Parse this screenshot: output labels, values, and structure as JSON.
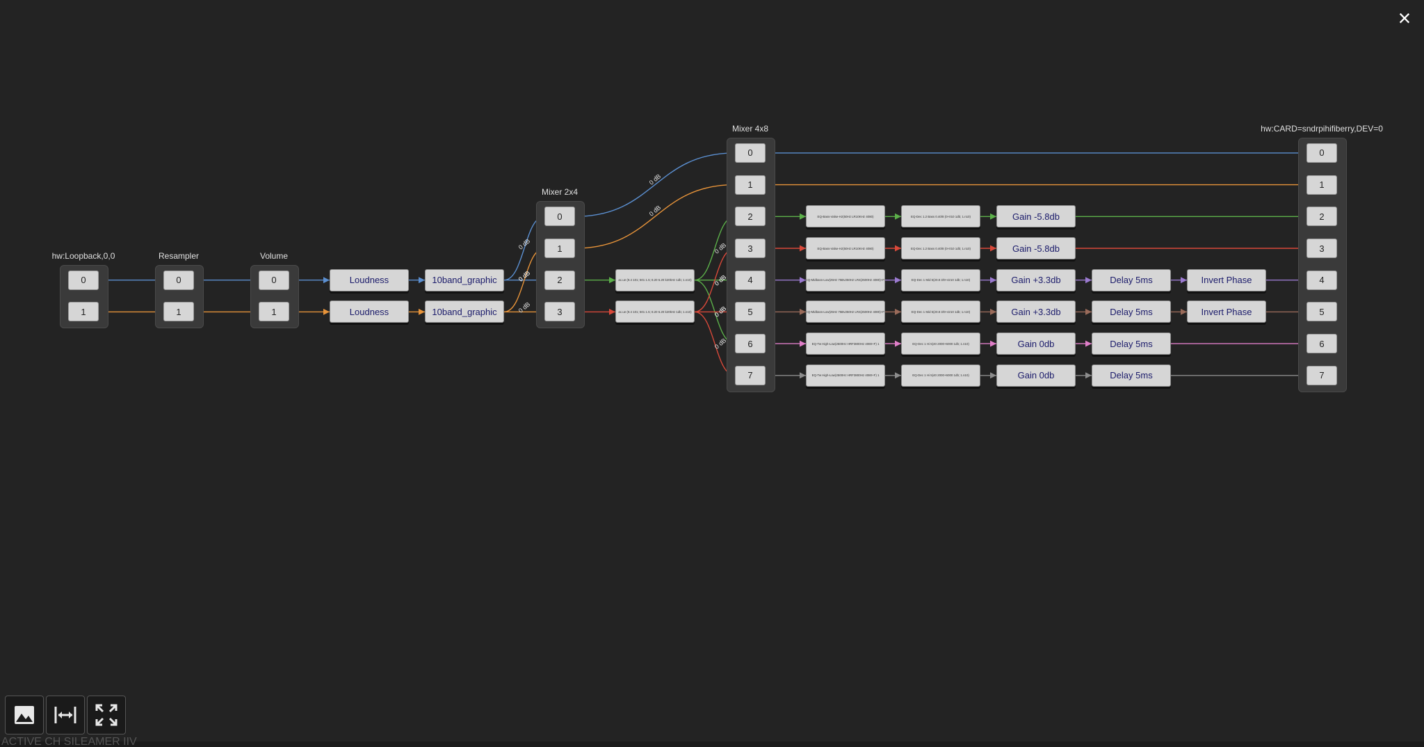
{
  "close_icon": "×",
  "toolbar": [
    {
      "name": "image-button",
      "icon": "image-icon"
    },
    {
      "name": "fit-width-button",
      "icon": "fit-width-icon"
    },
    {
      "name": "fullscreen-button",
      "icon": "fullscreen-icon"
    }
  ],
  "colors": {
    "ch0": "#5b8fd0",
    "ch1": "#e8943a",
    "ch2": "#5cb04a",
    "ch3": "#d9493a",
    "ch4": "#9b7ad0",
    "ch5": "#9a6b5a",
    "ch6": "#e07ec8",
    "ch7": "#8c8c8c"
  },
  "link_label": "0 dB",
  "groups": [
    {
      "label": "hw:Loopback,0,0",
      "channels": [
        "0",
        "1"
      ]
    },
    {
      "label": "Resampler",
      "channels": [
        "0",
        "1"
      ]
    },
    {
      "label": "Volume",
      "channels": [
        "0",
        "1"
      ]
    },
    {
      "label": "Mixer 2x4",
      "channels": [
        "0",
        "1",
        "2",
        "3"
      ]
    },
    {
      "label": "Mixer 4x8",
      "channels": [
        "0",
        "1",
        "2",
        "3",
        "4",
        "5",
        "6",
        "7"
      ]
    },
    {
      "label": "hw:CARD=sndrpihifiberry,DEV=0",
      "channels": [
        "0",
        "1",
        "2",
        "3",
        "4",
        "5",
        "6",
        "7"
      ]
    }
  ],
  "filters_pre": [
    [
      "Loudness",
      "10band_graphic"
    ],
    [
      "Loudness",
      "10band_graphic"
    ]
  ],
  "filters_mid": [
    {
      "ch": 2,
      "name": "ac.ue (9.4 101; 501 1.5; 8.20 6.20 k20kHz 1db; 1.n10)"
    },
    {
      "ch": 3,
      "name": "ac.ue (9.4 101; 501 1.5; 8.20 6.20 k20kHz 1db; 1.n10)"
    }
  ],
  "filters_post": [
    [],
    [],
    [
      "EQ-Bass-Valse-Hz(50Hz LR10KHz 4080)",
      "EQ-Dec 1.2 Bass 0.40/8 (0+010 1db; 1.n10)",
      "Gain -5.8db"
    ],
    [
      "EQ-Bass-Valse-Hz(50Hz LR10KHz 4080)",
      "EQ-Dec 1.2 Bass 0.40/8 (0+010 1db; 1.n10)",
      "Gain -5.8db"
    ],
    [
      "EQ-Midbass-Low(25Hz 75Bv250Hz LR4(2500Hz 4080)+F)",
      "EQ-Dec 1 Mid 5(20.8 3/0+4210 1db; 1.n10)",
      "Gain +3.3db",
      "Delay 5ms",
      "Invert Phase"
    ],
    [
      "EQ-Midbass-Low(25Hz 75Bv250Hz LR4(2500Hz 4080)+F)",
      "EQ-Dec 1 Mid 5(20.8 3/0+4210 1db; 1.n10)",
      "Gain +3.3db",
      "Delay 5ms",
      "Invert Phase"
    ],
    [
      "EQ-Tw High-Low(2500Hz HRF3800Hz 4080+F) 1",
      "EQ-Dec 1 Hi 5(40 2000+6000 1db; 1.n10)",
      "Gain 0db",
      "Delay 5ms"
    ],
    [
      "EQ-Tw High-Low(2500Hz HRF3800Hz 4080+F) 1",
      "EQ-Dec 1 Hi 5(40 2000+6000 1db; 1.n10)",
      "Gain 0db",
      "Delay 5ms"
    ]
  ],
  "status_text": "ACTIVE CH SILEAMER IIV"
}
